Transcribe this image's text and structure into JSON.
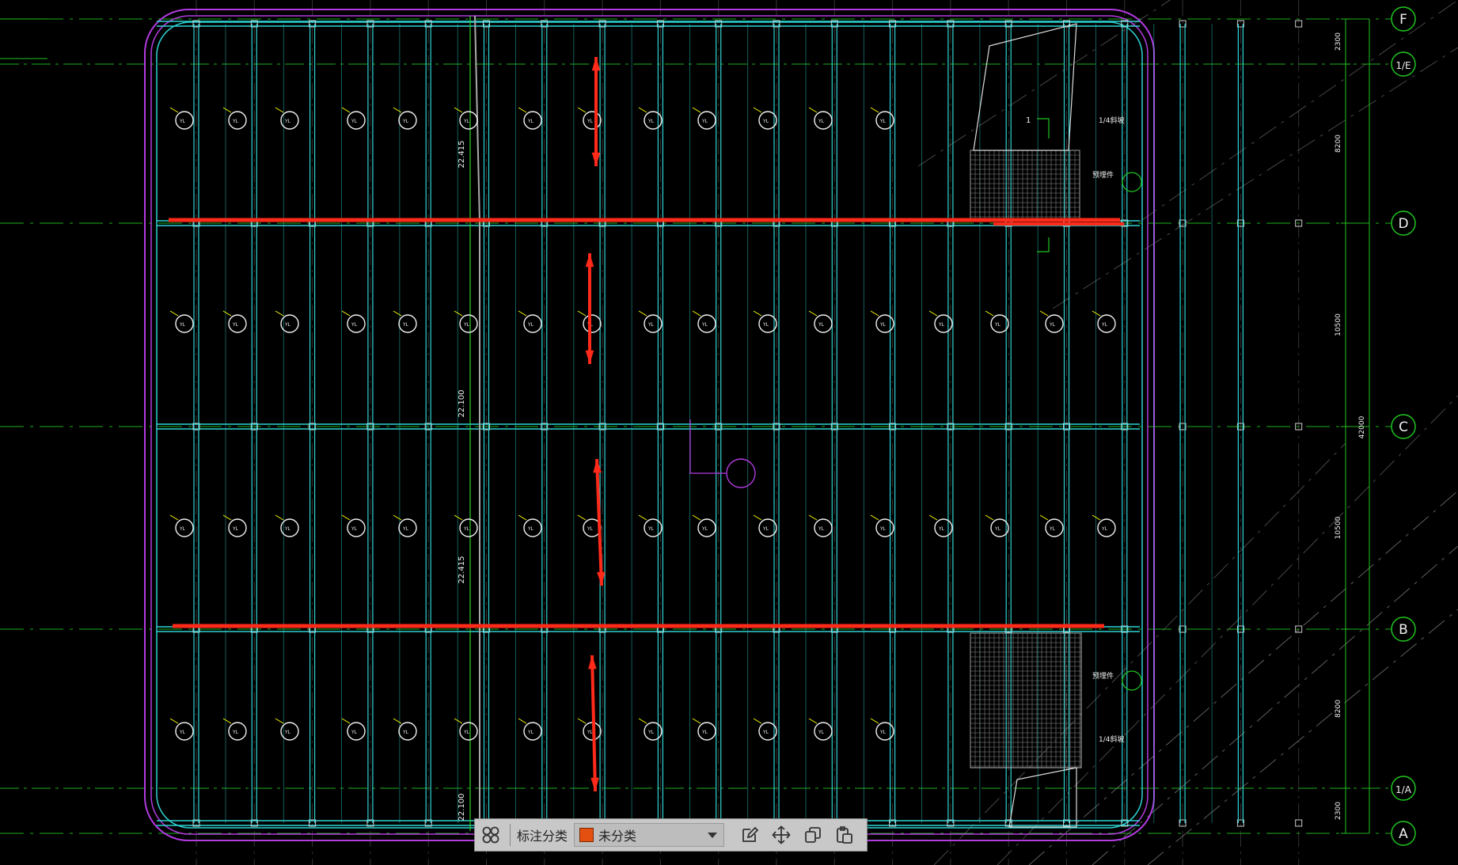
{
  "drawing": {
    "axes": [
      {
        "id": "F",
        "label": "F"
      },
      {
        "id": "1/E",
        "label": "1/E"
      },
      {
        "id": "D",
        "label": "D"
      },
      {
        "id": "C",
        "label": "C"
      },
      {
        "id": "B",
        "label": "B"
      },
      {
        "id": "1/A",
        "label": "1/A"
      },
      {
        "id": "A",
        "label": "A"
      }
    ],
    "dimensions": [
      "2300",
      "8200",
      "10500",
      "10500",
      "8200",
      "2300"
    ],
    "overall_dimension": "42000",
    "elevations": [
      "22.415",
      "22.100",
      "22.415",
      "22.100"
    ],
    "slope_marks": [
      "1/4斜坡"
    ],
    "notes": [
      "预埋件",
      "1"
    ],
    "drain_label": "YL"
  },
  "toolbar": {
    "grid_icon": "grid-icon",
    "label": "标注分类",
    "category_value": "未分类",
    "category_color": "#e4500f",
    "edit_icon": "edit-icon",
    "move_icon": "move-icon",
    "copy_icon": "copy-icon",
    "paste_icon": "paste-icon"
  },
  "colors": {
    "background": "#000000",
    "beam": "#2fd3d3",
    "outline": "#b23be0",
    "grid": "#1fc41f",
    "annotation": "#ffff00",
    "highlight": "#ff2a1a"
  }
}
